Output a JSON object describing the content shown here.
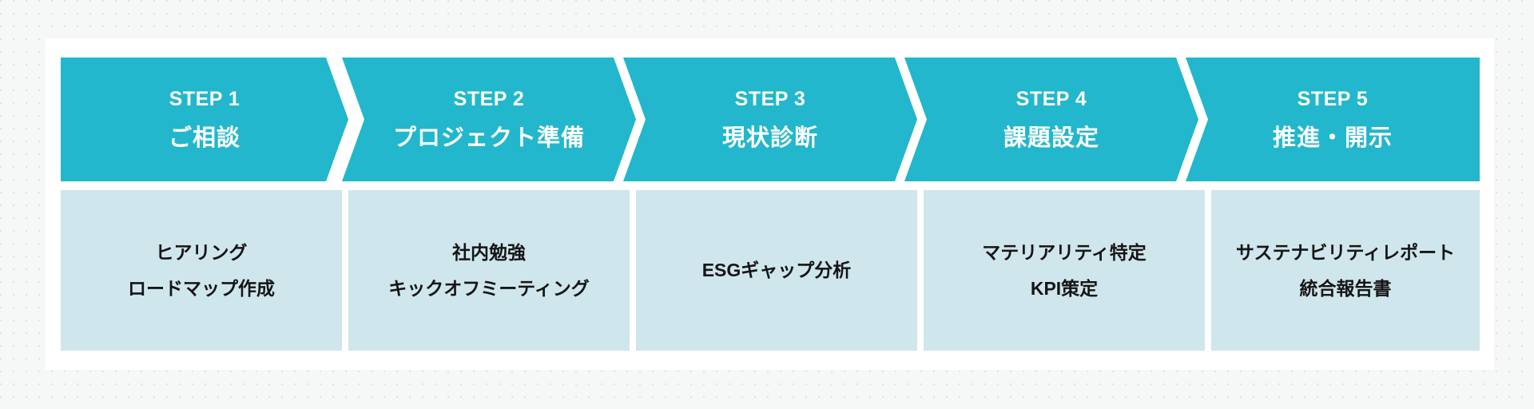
{
  "colors": {
    "page_background": "#f6f7f7",
    "card_background": "#ffffff",
    "step_accent": "#22b7cc",
    "description_panel": "#cfe6ec",
    "step_text": "#ffffff",
    "description_text": "#151515"
  },
  "flow": {
    "steps": [
      {
        "number_label": "STEP 1",
        "title": "ご相談",
        "description_lines": [
          "ヒアリング",
          "ロードマップ作成"
        ]
      },
      {
        "number_label": "STEP 2",
        "title": "プロジェクト準備",
        "description_lines": [
          "社内勉強",
          "キックオフミーティング"
        ]
      },
      {
        "number_label": "STEP 3",
        "title": "現状診断",
        "description_lines": [
          "ESGギャップ分析"
        ]
      },
      {
        "number_label": "STEP 4",
        "title": "課題設定",
        "description_lines": [
          "マテリアリティ特定",
          "KPI策定"
        ]
      },
      {
        "number_label": "STEP 5",
        "title": "推進・開示",
        "description_lines": [
          "サステナビリティレポート",
          "統合報告書"
        ]
      }
    ]
  }
}
